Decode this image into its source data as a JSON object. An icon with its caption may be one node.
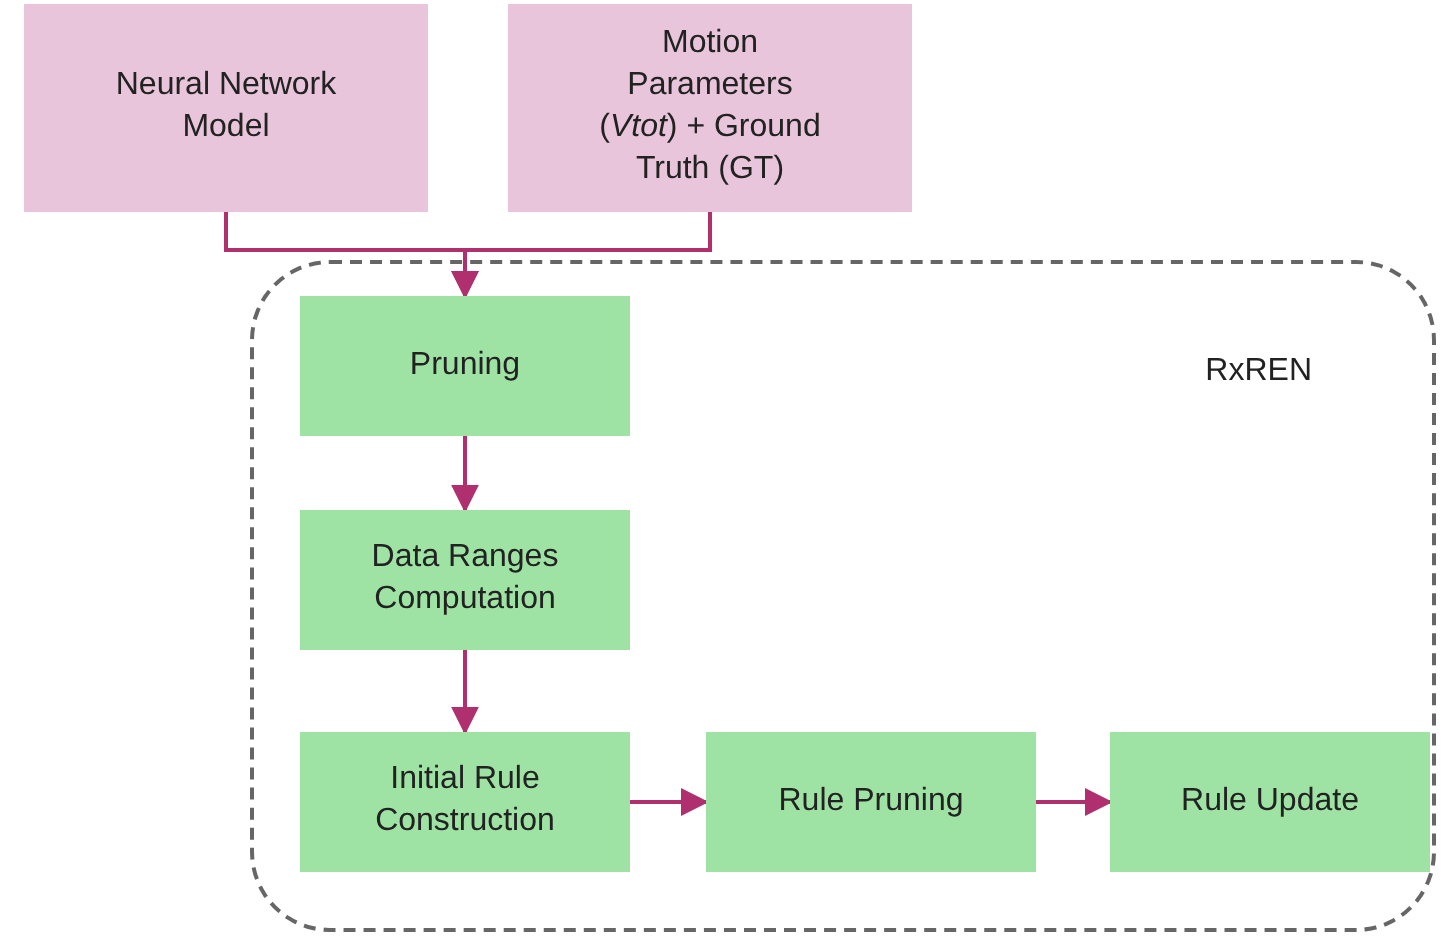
{
  "diagram": {
    "nodes": [
      {
        "text": [
          "Neural Network Model"
        ]
      },
      {
        "text": [
          "Motion Parameters (*Vtot*) + Ground Truth (GT)"
        ]
      },
      {
        "text": [
          "RxREN"
        ]
      },
      {
        "text": [
          "Pruning"
        ],
        "in": 2
      },
      {
        "text": [
          "Data Ranges Computation"
        ],
        "in": 2
      },
      {
        "text": [
          "Initial Rule Construction"
        ],
        "in": 2
      },
      {
        "text": [
          "Rule Pruning"
        ],
        "in": 2
      },
      {
        "text": [
          "Rule Update"
        ],
        "in": 2
      }
    ],
    "edges": [
      {
        "from": 0,
        "to": 3,
        "arrow": "to"
      },
      {
        "from": 1,
        "to": 3,
        "arrow": "to"
      },
      {
        "from": 3,
        "to": 4,
        "arrow": "to"
      },
      {
        "from": 4,
        "to": 5,
        "arrow": "to"
      },
      {
        "from": 5,
        "to": 6,
        "arrow": "to"
      },
      {
        "from": 6,
        "to": 7,
        "arrow": "to"
      }
    ]
  }
}
